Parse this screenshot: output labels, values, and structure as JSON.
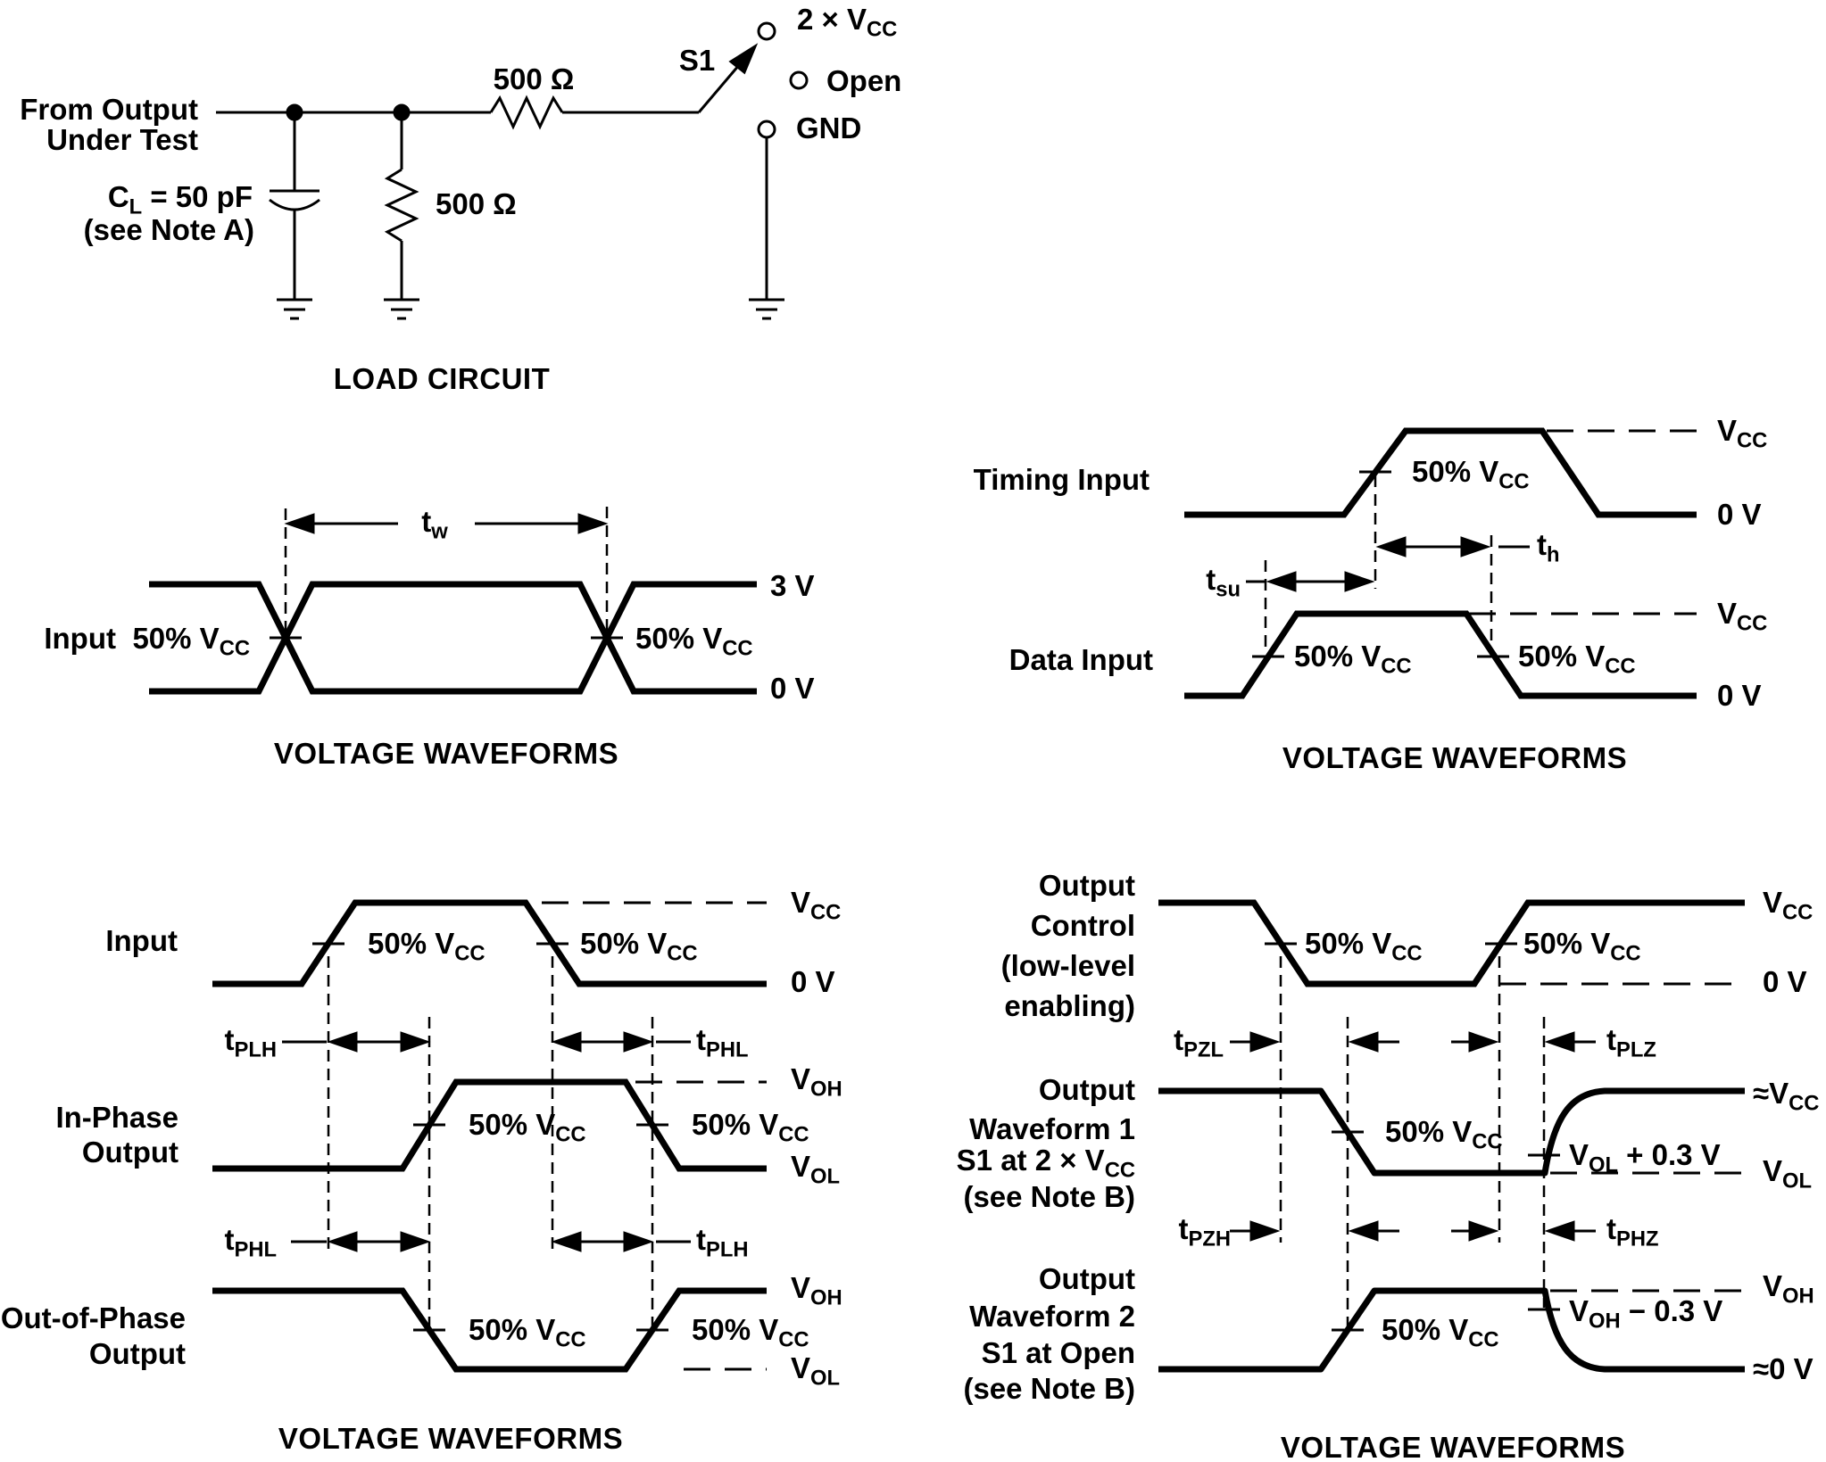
{
  "colors": {
    "ink": "#000000",
    "background": "#ffffff"
  },
  "labels": {
    "pct_vcc": {
      "pre": "50% V",
      "sub": "CC"
    },
    "vcc": {
      "pre": "V",
      "sub": "CC"
    },
    "approx_vcc": {
      "pre": "≈V",
      "sub": "CC"
    },
    "v0": "0 V",
    "approx_v0": "≈0 V",
    "v3": "3 V",
    "voh": {
      "pre": "V",
      "sub": "OH"
    },
    "vol": {
      "pre": "V",
      "sub": "OL"
    },
    "waveforms_title": "VOLTAGE WAVEFORMS"
  },
  "load_circuit": {
    "title": "LOAD CIRCUIT",
    "source_line1": "From Output",
    "source_line2": "Under Test",
    "cl": {
      "pre": "C",
      "sub": "L",
      "post": " = 50 pF"
    },
    "cl_note": "(see Note A)",
    "r_series": "500 Ω",
    "r_shunt": "500 Ω",
    "switch_name": "S1",
    "pos_2vcc": {
      "pre": "2 × V",
      "sub": "CC"
    },
    "pos_open": "Open",
    "pos_gnd": "GND"
  },
  "pulse": {
    "input": "Input",
    "tw": {
      "pre": "t",
      "sub": "w"
    }
  },
  "setup_hold": {
    "timing_input": "Timing Input",
    "data_input": "Data Input",
    "th": {
      "pre": "t",
      "sub": "h"
    },
    "tsu": {
      "pre": "t",
      "sub": "su"
    }
  },
  "prop_delay": {
    "input": "Input",
    "in_phase_line1": "In-Phase",
    "in_phase_line2": "Output",
    "out_phase_line1": "Out-of-Phase",
    "out_phase_line2": "Output",
    "tplh": {
      "pre": "t",
      "sub": "PLH"
    },
    "tphl": {
      "pre": "t",
      "sub": "PHL"
    }
  },
  "enable_disable": {
    "ctrl_line1": "Output",
    "ctrl_line2": "Control",
    "ctrl_line3": "(low-level",
    "ctrl_line4": "enabling)",
    "wf1_line1": "Output",
    "wf1_line2": "Waveform 1",
    "wf1_line3": {
      "pre": "S1 at 2 × V",
      "sub": "CC"
    },
    "wf1_line4": "(see Note B)",
    "wf2_line1": "Output",
    "wf2_line2": "Waveform 2",
    "wf2_line3": "S1 at Open",
    "wf2_line4": "(see Note B)",
    "tpzl": {
      "pre": "t",
      "sub": "PZL"
    },
    "tplz": {
      "pre": "t",
      "sub": "PLZ"
    },
    "tpzh": {
      "pre": "t",
      "sub": "PZH"
    },
    "tphz": {
      "pre": "t",
      "sub": "PHZ"
    },
    "vol_plus": {
      "pre": "V",
      "sub": "OL",
      "post": " + 0.3 V"
    },
    "voh_minus": {
      "pre": "V",
      "sub": "OH",
      "post": " − 0.3 V"
    }
  }
}
